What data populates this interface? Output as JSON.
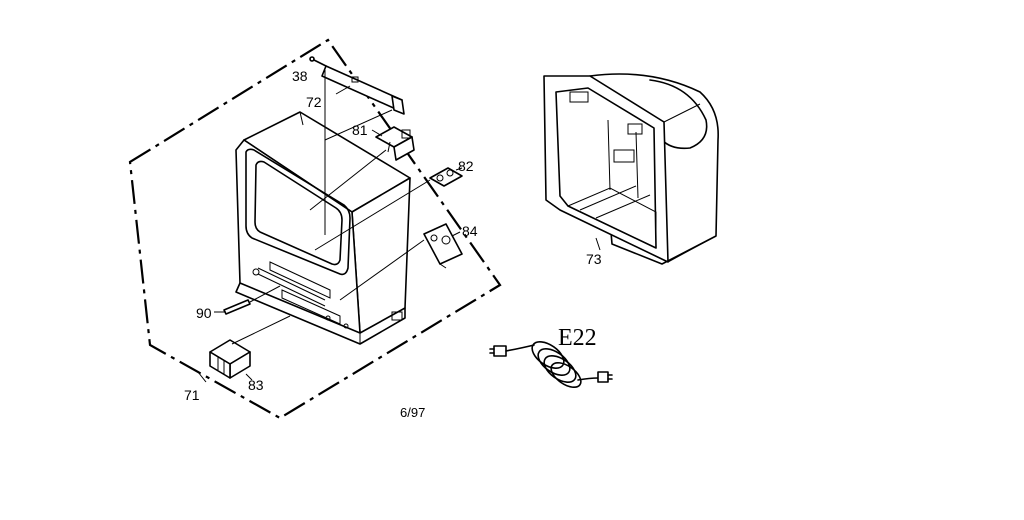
{
  "labels": {
    "l38": "38",
    "l72": "72",
    "l81": "81",
    "l82": "82",
    "l84": "84",
    "l90": "90",
    "l83": "83",
    "l71": "71",
    "l73": "73",
    "e22": "E22",
    "date": "6/97"
  }
}
